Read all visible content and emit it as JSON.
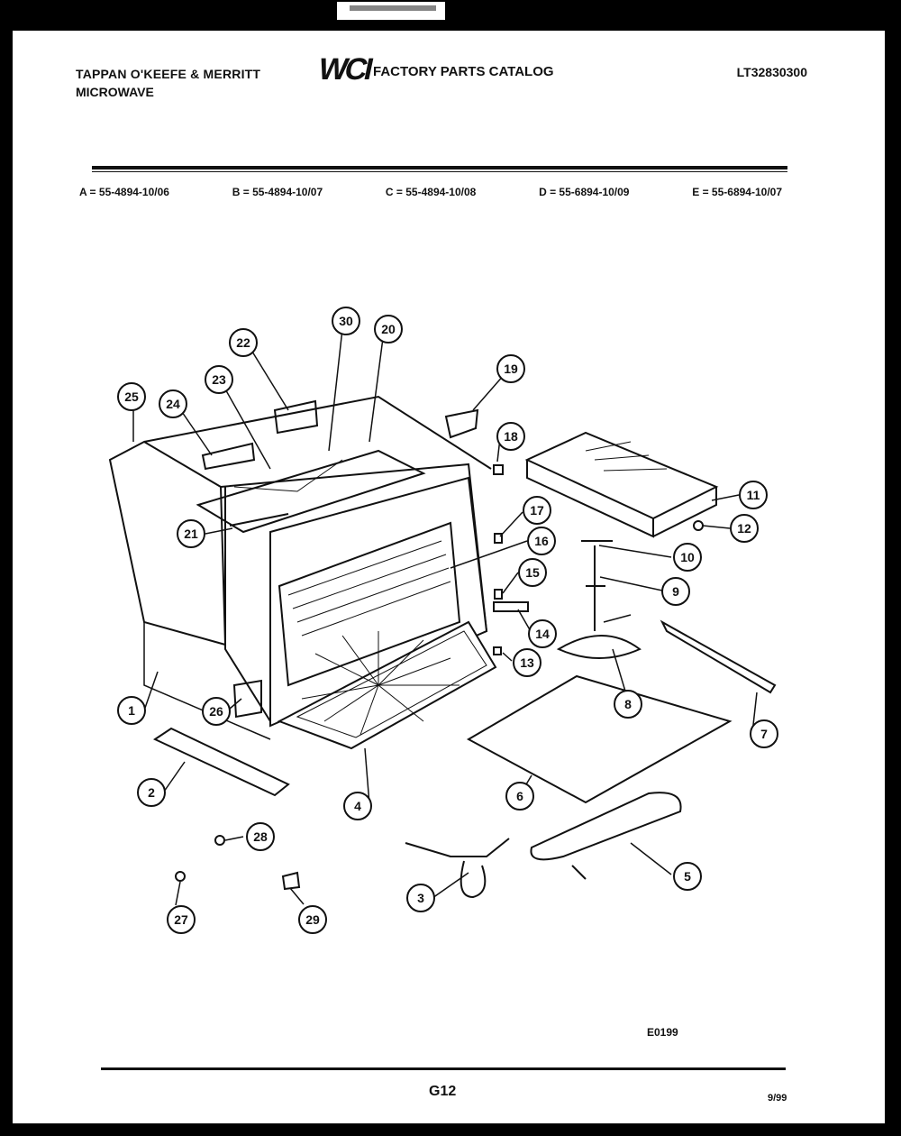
{
  "header": {
    "brand_line1": "TAPPAN  O'KEEFE & MERRITT",
    "brand_line2": "MICROWAVE",
    "logo_text": "WCI",
    "catalog_title": "FACTORY PARTS CATALOG",
    "model_number": "LT32830300"
  },
  "codes": [
    "A = 55-4894-10/06",
    "B = 55-4894-10/07",
    "C = 55-4894-10/08",
    "D = 55-6894-10/09",
    "E = 55-6894-10/07"
  ],
  "callouts": [
    "1",
    "2",
    "4",
    "5",
    "6",
    "7",
    "8",
    "9",
    "10",
    "11",
    "12",
    "13",
    "14",
    "15",
    "16",
    "17",
    "18",
    "19",
    "20",
    "21",
    "22",
    "23",
    "24",
    "25",
    "26",
    "27",
    "28",
    "29",
    "30",
    "3"
  ],
  "footer": {
    "figure_code": "E0199",
    "page_number": "G12",
    "date_code": "9/99"
  }
}
